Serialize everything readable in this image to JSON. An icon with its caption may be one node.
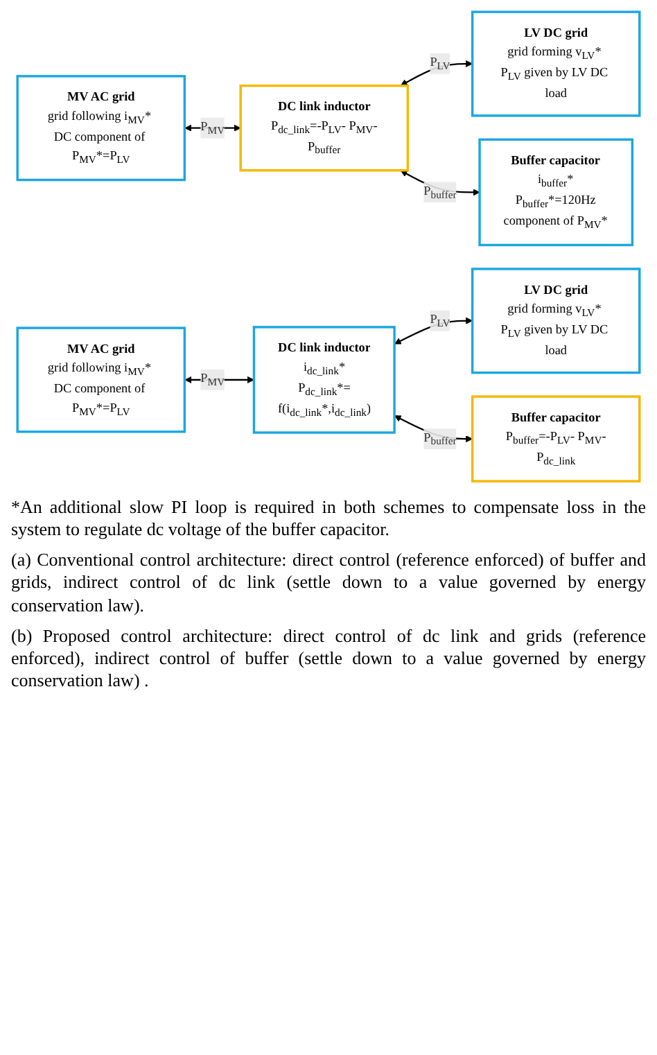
{
  "diagram": {
    "nodes": [
      {
        "text": [
          "MV AC grid",
          "grid following i$_{MV}$* DC component of P$_{MV}$*=P$_{LV}$"
        ]
      },
      {
        "text": [
          "DC link inductor",
          "P$_{dc_link}$=-P$_{LV}$- P$_{MV}$-P$_{buffer}$"
        ]
      },
      {
        "text": [
          "LV DC grid",
          "grid forming v$_{LV}$* P$_{LV}$ given by LV DC load"
        ]
      },
      {
        "text": [
          "Buffer capacitor",
          "i$_{buffer}$*",
          "P$_{buffer}$*=120Hz",
          "component of P$_{MV}$*"
        ]
      },
      {
        "text": [
          "MV AC grid",
          "grid following i$_{MV}$* DC component of P$_{MV}$*=P$_{LV}$"
        ]
      },
      {
        "text": [
          "DC link inductor",
          "i$_{dc_link}$*",
          "P$_{dc_link}$*=",
          "f(i$_{dc_link}$*,i$_{dc_link}$)"
        ]
      },
      {
        "text": [
          "LV DC grid",
          "grid forming v$_{LV}$* P$_{LV}$ given by LV DC load"
        ]
      },
      {
        "text": [
          "Buffer capacitor",
          "P$_{buffer}$=-P$_{LV}$- P$_{MV}$-P$_{dc_link}$"
        ]
      }
    ],
    "edges": [
      {
        "from": 0,
        "to": 1,
        "arrow": "both",
        "label": "P$_{MV}$"
      },
      {
        "from": 1,
        "to": 2,
        "arrow": "both",
        "label": "P$_{LV}$"
      },
      {
        "from": 1,
        "to": 3,
        "arrow": "both",
        "label": "P$_{buffer}$"
      },
      {
        "from": 4,
        "to": 5,
        "arrow": "both",
        "label": "P$_{MV}$"
      },
      {
        "from": 5,
        "to": 6,
        "arrow": "both",
        "label": "P$_{LV}$"
      },
      {
        "from": 5,
        "to": 7,
        "arrow": "both",
        "label": "P$_{buffer}$"
      }
    ],
    "labels": [
      "*An additional slow PI loop is required in both schemes to compensate loss in the system to regulate dc voltage of the buffer capacitor.",
      "(a) Conventional control architecture: direct control (reference enforced) of buffer and grids, indirect control of dc link (settle down to a value governed by energy conservation law).",
      "(b) Proposed control architecture: direct control of dc link and grids (reference enforced), indirect control of buffer (settle down to a value governed by energy conservation law) ."
    ]
  }
}
